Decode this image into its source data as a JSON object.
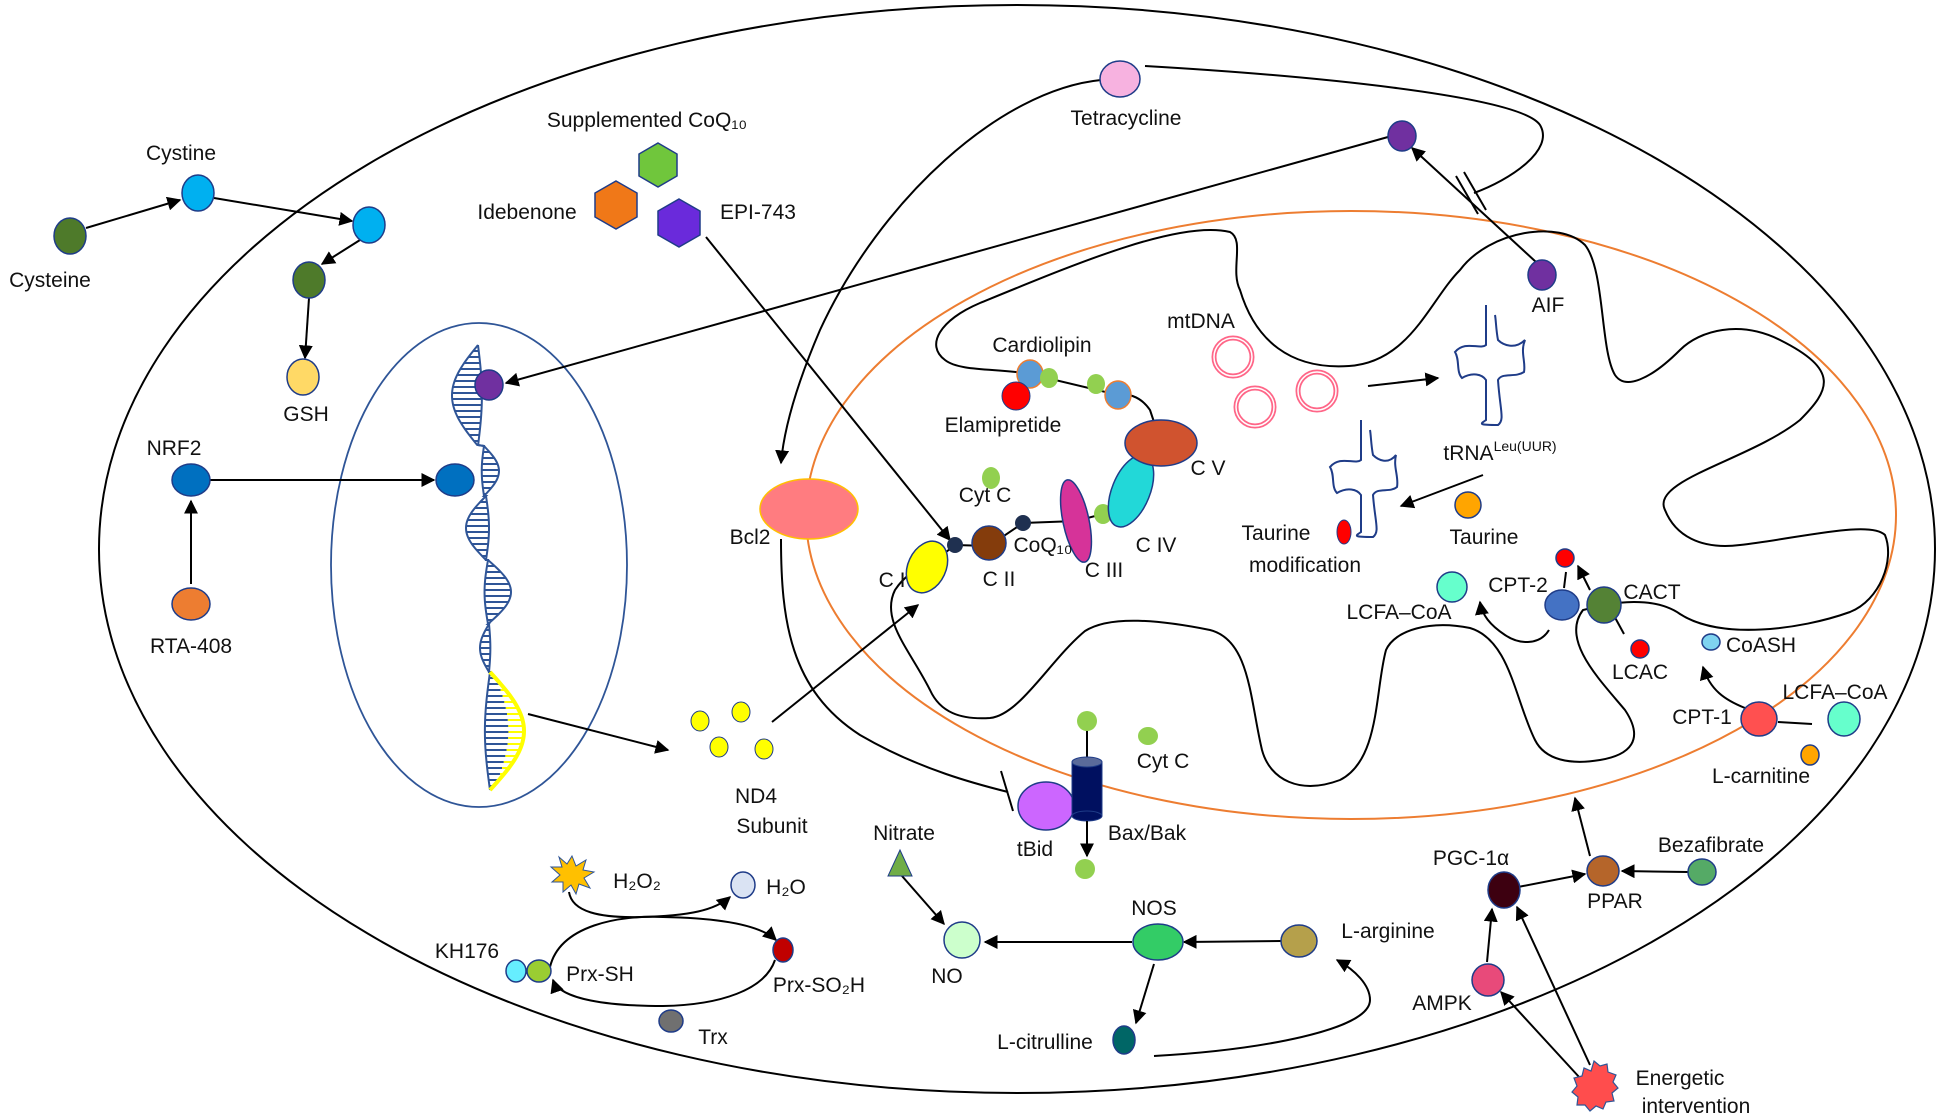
{
  "labels": {
    "cystine": "Cystine",
    "cysteine": "Cysteine",
    "gsh": "GSH",
    "supplemented_coq10": "Supplemented CoQ₁₀",
    "idebenone": "Idebenone",
    "epi743": "EPI-743",
    "nrf2": "NRF2",
    "rta408": "RTA-408",
    "bcl2": "Bcl2",
    "tetracycline": "Tetracycline",
    "aif": "AIF",
    "mtdna": "mtDNA",
    "cardiolipin": "Cardiolipin",
    "elamipretide": "Elamipretide",
    "cytc_inner": "Cyt C",
    "c1": "C I",
    "c2": "C II",
    "coq10": "CoQ₁₀",
    "c3": "C III",
    "c4": "C IV",
    "c5": "C V",
    "trna": "tRNA",
    "trna_sup": "Leu(UUR)",
    "taurine_mod_1": "Taurine",
    "taurine_mod_2": "modification",
    "taurine": "Taurine",
    "cpt2": "CPT-2",
    "cact": "CACT",
    "lcfa_coa_inner": "LCFA–CoA",
    "lcac": "LCAC",
    "coash": "CoASH",
    "cpt1": "CPT-1",
    "lcfa_coa_outer": "LCFA–CoA",
    "l_carnitine": "L-carnitine",
    "cytc_outer": "Cyt C",
    "bax_bak": "Bax/Bak",
    "tbid": "tBid",
    "nd4_1": "ND4",
    "nd4_2": "Subunit",
    "nitrate": "Nitrate",
    "h2o2": "H₂O₂",
    "h2o": "H₂O",
    "kh176": "KH176",
    "prx_sh": "Prx-SH",
    "prx_so2h": "Prx-SO₂H",
    "no": "NO",
    "trx": "Trx",
    "nos": "NOS",
    "l_arginine": "L-arginine",
    "l_citrulline": "L-citrulline",
    "pgc1a": "PGC-1α",
    "ppar": "PPAR",
    "bezafibrate": "Bezafibrate",
    "ampk": "AMPK",
    "energetic_1": "Energetic",
    "energetic_2": "intervention"
  },
  "colors": {
    "cell_membrane": "#000000",
    "nucleus": "#2f5597",
    "mito_outer": "#ed7d31",
    "dna": "#2f5597",
    "nd4_gene": "#ffff00"
  }
}
